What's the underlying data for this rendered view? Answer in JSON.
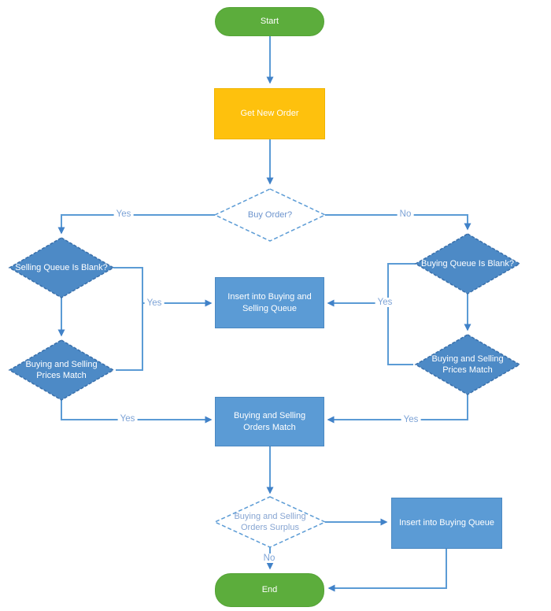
{
  "flowchart": {
    "nodes": {
      "start": {
        "label": "Start",
        "type": "terminator"
      },
      "get_new_order": {
        "label": "Get New Order",
        "type": "process"
      },
      "buy_order": {
        "label": "Buy Order?",
        "type": "decision"
      },
      "selling_queue_blank": {
        "label": "Selling Queue Is Blank?",
        "type": "decision"
      },
      "buying_queue_blank": {
        "label": "Buying Queue Is Blank?",
        "type": "decision"
      },
      "insert_buying_selling_queue": {
        "label": "Insert into Buying and Selling Queue",
        "type": "process"
      },
      "prices_match_left": {
        "label": "Buying and Selling Prices Match",
        "type": "decision"
      },
      "prices_match_right": {
        "label": "Buying and Selling Prices Match",
        "type": "decision"
      },
      "orders_match": {
        "label": "Buying and Selling Orders Match",
        "type": "process"
      },
      "orders_surplus": {
        "label": "Buying and Selling Orders Surplus",
        "type": "decision"
      },
      "insert_buying_queue": {
        "label": "Insert into Buying Queue",
        "type": "process"
      },
      "end": {
        "label": "End",
        "type": "terminator"
      }
    },
    "edge_labels": {
      "buy_order_yes": "Yes",
      "buy_order_no": "No",
      "selling_blank_yes": "Yes",
      "buying_blank_yes": "Yes",
      "prices_left_yes": "Yes",
      "prices_right_yes": "Yes",
      "surplus_no": "No"
    },
    "colors": {
      "terminator_fill": "#5CAD3C",
      "process_fill_yellow": "#FEC10D",
      "process_fill_blue": "#5B9BD5",
      "decision_fill_blue": "#4D8AC6",
      "decision_border_blue": "#3A70AB",
      "decision_outline_dashed": "#5B9BD5",
      "decision_text": "#6B93CD",
      "line": "#5B9BD5",
      "arrowhead": "#4182C8",
      "edge_label_text": "#7DA3D6",
      "node_text": "#FFFFFF"
    }
  }
}
